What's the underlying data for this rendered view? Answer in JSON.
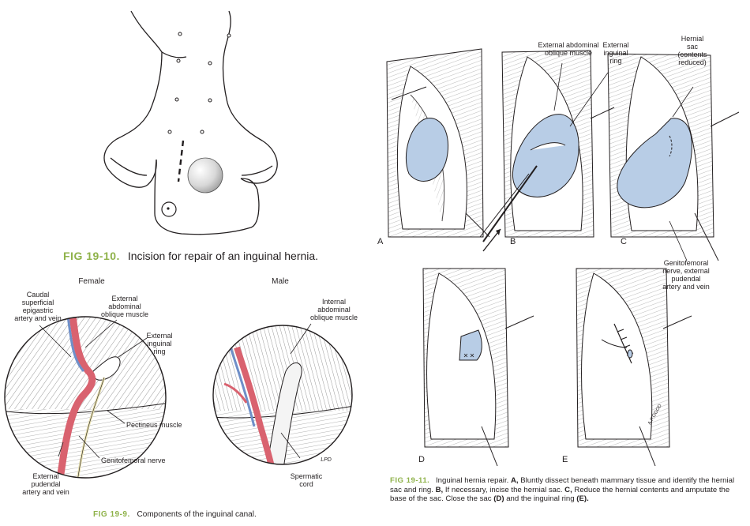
{
  "fig_19_10": {
    "number": "FIG 19-10.",
    "caption": "Incision for repair of an inguinal hernia."
  },
  "fig_19_9": {
    "number": "FIG 19-9.",
    "caption": "Components of the inguinal canal.",
    "panel_female": "Female",
    "panel_male": "Male",
    "labels": {
      "caudal_epigastric": "Caudal\nsuperficial\nepigastric\nartery and vein",
      "ext_oblique_female": "External\nabdominal\noblique muscle",
      "ext_inguinal_ring": "External\ninguinal\nring",
      "int_oblique_male": "Internal\nabdominal\noblique muscle",
      "pectineus": "Pectineus muscle",
      "genitofemoral": "Genitofemoral nerve",
      "ext_pudendal": "External\npudendal\nartery and vein",
      "spermatic_cord": "Spermatic\ncord",
      "signature": "LPD"
    }
  },
  "fig_19_11": {
    "number": "FIG 19-11.",
    "caption_parts": [
      {
        "text": "Inguinal hernia repair. ",
        "bold": false
      },
      {
        "text": "A,",
        "bold": true
      },
      {
        "text": " Bluntly dissect beneath mammary tissue and identify the hernial sac and ring. ",
        "bold": false
      },
      {
        "text": "B,",
        "bold": true
      },
      {
        "text": " If necessary, incise the hernial sac. ",
        "bold": false
      },
      {
        "text": "C,",
        "bold": true
      },
      {
        "text": " Reduce the hernial contents and amputate the base of the sac. Close the sac ",
        "bold": false
      },
      {
        "text": "(D)",
        "bold": true
      },
      {
        "text": " and the inguinal ring ",
        "bold": false
      },
      {
        "text": "(E).",
        "bold": true
      }
    ],
    "panel_letters": [
      "A",
      "B",
      "C",
      "D",
      "E"
    ],
    "labels": {
      "ext_oblique": "External abdominal\noblique muscle",
      "ext_ring": "External\ninguinal\nring",
      "hernial_sac": "Hernial\nsac\n(contents\nreduced)",
      "genitofemoral": "Genitofemoral\nnerve, external\npudendal\nartery and vein",
      "signature": "A.P.GOOD"
    }
  },
  "colors": {
    "caption_accent": "#8fb24a",
    "sac_blue": "#b8cde6",
    "artery_red": "#d9626f",
    "vein_blue": "#6f8fc8",
    "line": "#231f20"
  }
}
